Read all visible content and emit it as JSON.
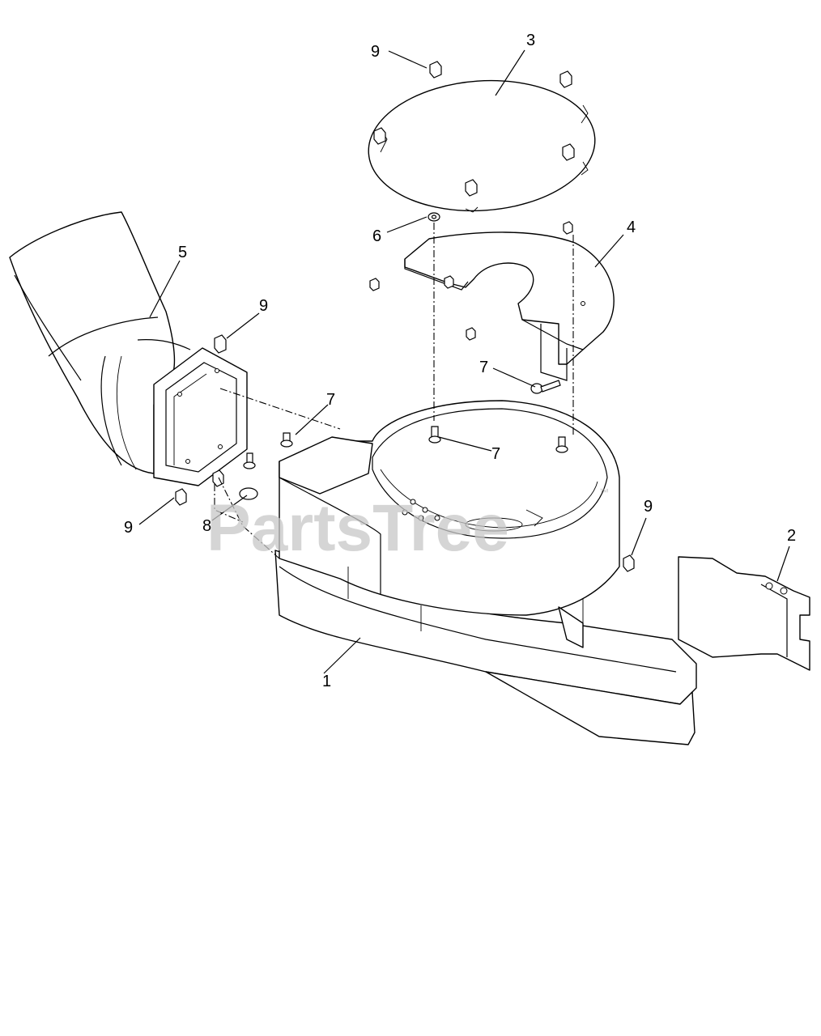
{
  "diagram": {
    "watermark": "PartsTree",
    "watermark_tm": "™",
    "callouts": [
      {
        "label": "1"
      },
      {
        "label": "2"
      },
      {
        "label": "3"
      },
      {
        "label": "4"
      },
      {
        "label": "5"
      },
      {
        "label": "6"
      },
      {
        "label": "7"
      },
      {
        "label": "7"
      },
      {
        "label": "7"
      },
      {
        "label": "8"
      },
      {
        "label": "9"
      },
      {
        "label": "9"
      },
      {
        "label": "9"
      },
      {
        "label": "9"
      }
    ]
  }
}
